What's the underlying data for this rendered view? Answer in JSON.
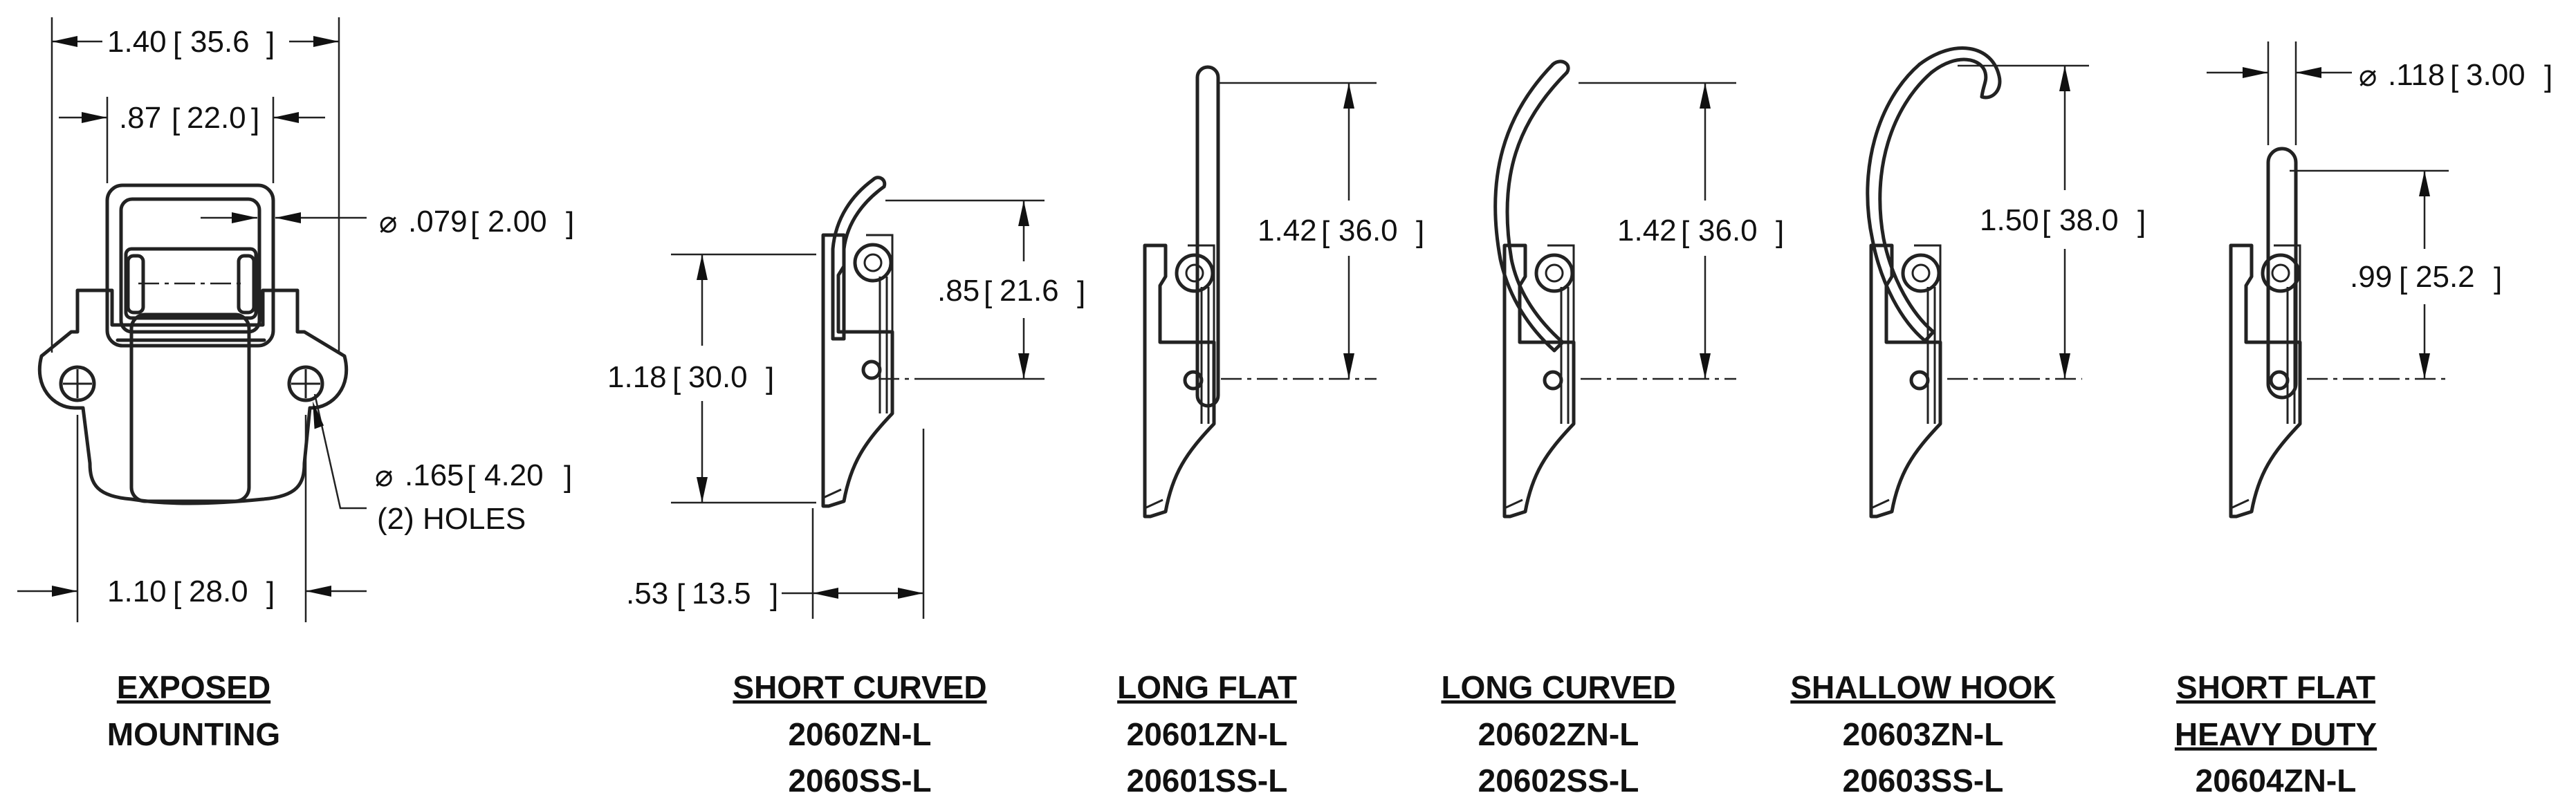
{
  "views": [
    {
      "id": "exposed-mounting",
      "title_lines": [
        "EXPOSED",
        "MOUNTING"
      ],
      "underlined_lines": 1,
      "dims": {
        "overall_width": "1.40",
        "overall_width_mm": "35.6",
        "inner_width": ".87",
        "inner_width_mm": "22.0",
        "wire_dia": ".079",
        "wire_dia_mm": "2.00",
        "hole_dia": ".165",
        "hole_dia_mm": "4.20",
        "holes_note": "(2) HOLES",
        "hole_spacing": "1.10",
        "hole_spacing_mm": "28.0"
      }
    },
    {
      "id": "short-curved",
      "title_lines": [
        "SHORT CURVED",
        "2060ZN-L",
        "2060SS-L"
      ],
      "underlined_lines": 1,
      "dims": {
        "height": "1.18",
        "height_mm": "30.0",
        "hook": ".85",
        "hook_mm": "21.6",
        "depth": ".53",
        "depth_mm": "13.5"
      }
    },
    {
      "id": "long-flat",
      "title_lines": [
        "LONG FLAT",
        "20601ZN-L",
        "20601SS-L"
      ],
      "underlined_lines": 1,
      "dims": {
        "hook": "1.42",
        "hook_mm": "36.0"
      }
    },
    {
      "id": "long-curved",
      "title_lines": [
        "LONG CURVED",
        "20602ZN-L",
        "20602SS-L"
      ],
      "underlined_lines": 1,
      "dims": {
        "hook": "1.42",
        "hook_mm": "36.0"
      }
    },
    {
      "id": "shallow-hook",
      "title_lines": [
        "SHALLOW HOOK",
        "20603ZN-L",
        "20603SS-L"
      ],
      "underlined_lines": 1,
      "dims": {
        "hook": "1.50",
        "hook_mm": "38.0"
      }
    },
    {
      "id": "short-flat-heavy-duty",
      "title_lines": [
        "SHORT FLAT",
        "HEAVY DUTY",
        "20604ZN-L"
      ],
      "underlined_lines": 2,
      "dims": {
        "wire_dia": ".118",
        "wire_dia_mm": "3.00",
        "hook": ".99",
        "hook_mm": "25.2"
      }
    }
  ]
}
